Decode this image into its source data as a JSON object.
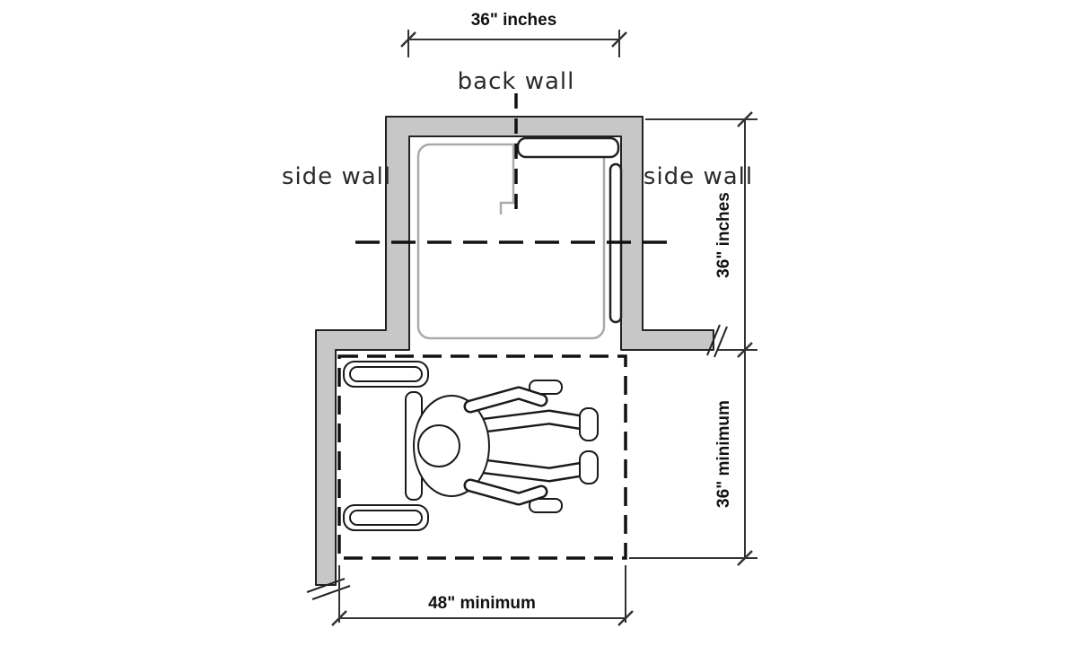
{
  "diagram": {
    "labels": {
      "back_wall": "back wall",
      "side_wall_left": "side wall",
      "side_wall_right": "side wall"
    },
    "dimensions": {
      "top": "36\" inches",
      "right_upper": "36\" inches",
      "right_lower": "36\" minimum",
      "bottom": "48\" minimum"
    },
    "colors": {
      "wall_fill": "#c7c7c7",
      "line": "#1a1a1a",
      "pan_outline": "#aaaaaa",
      "background": "#ffffff"
    }
  }
}
